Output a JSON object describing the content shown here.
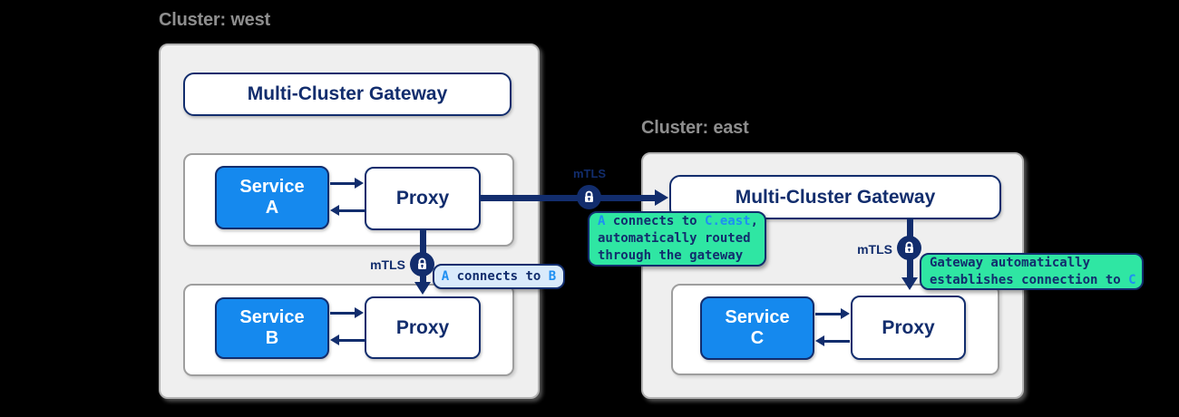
{
  "west": {
    "title": "Cluster: west",
    "gateway_label": "Multi-Cluster Gateway",
    "service_a": {
      "line1": "Service",
      "line2": "A"
    },
    "proxy_a_label": "Proxy",
    "service_b": {
      "line1": "Service",
      "line2": "B"
    },
    "proxy_b_label": "Proxy"
  },
  "east": {
    "title": "Cluster: east",
    "gateway_label": "Multi-Cluster Gateway",
    "service_c": {
      "line1": "Service",
      "line2": "C"
    },
    "proxy_c_label": "Proxy"
  },
  "labels": {
    "mtls": "mTLS"
  },
  "tooltips": {
    "a_to_b": {
      "a": "A",
      "mid": " connects to ",
      "b": "B"
    },
    "a_to_c": {
      "a": "A",
      "mid": " connects to ",
      "target": "C.east",
      "after": ",",
      "line2": "automatically routed",
      "line3": "through the gateway"
    },
    "gateway_to_c": {
      "line1": "Gateway automatically",
      "line2_pre": "establishes connection to ",
      "c": "C"
    }
  },
  "colors": {
    "navy": "#122d6d",
    "service_blue": "#1589ee",
    "highlight_blue": "#1e8ff2",
    "green": "#2fe6a3",
    "tooltip_blue_bg": "#d9eafb",
    "cluster_bg": "#efefef",
    "title_gray": "#8e8e8e"
  }
}
